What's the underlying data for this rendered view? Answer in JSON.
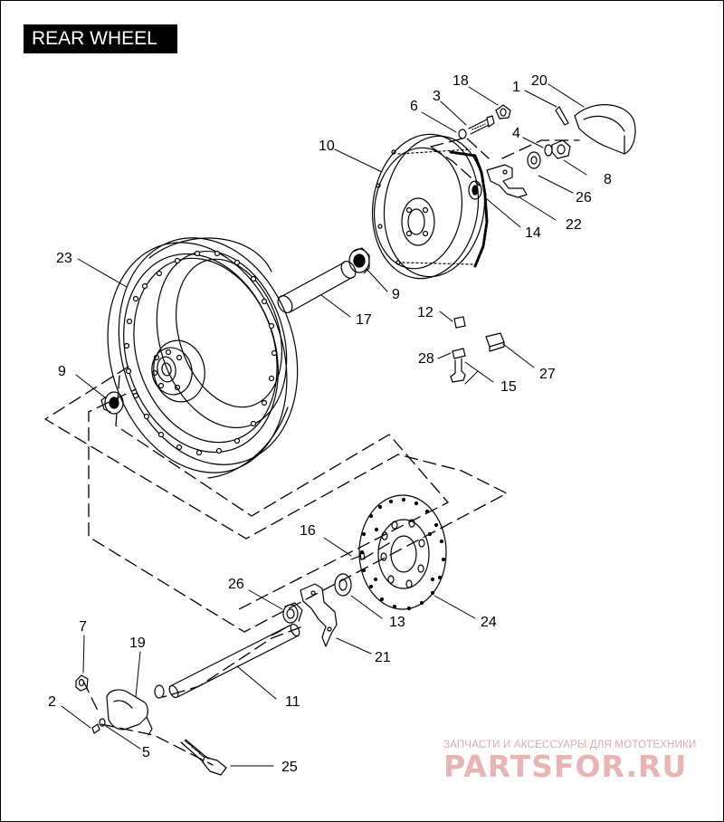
{
  "title": "REAR WHEEL",
  "callouts": [
    "18",
    "1",
    "20",
    "3",
    "6",
    "4",
    "8",
    "10",
    "26",
    "22",
    "14",
    "23",
    "9",
    "17",
    "12",
    "28",
    "27",
    "15",
    "9",
    "16",
    "26",
    "13",
    "24",
    "21",
    "7",
    "19",
    "11",
    "2",
    "5",
    "25"
  ],
  "watermark": {
    "tagline": "ЗАПЧАСТИ И АКСЕССУАРЫ ДЛЯ МОТОТЕХНИКИ",
    "brand": "PARTSFOR.RU"
  },
  "colors": {
    "line": "#000000",
    "watermark": "#e8b4b4",
    "background": "#ffffff"
  }
}
